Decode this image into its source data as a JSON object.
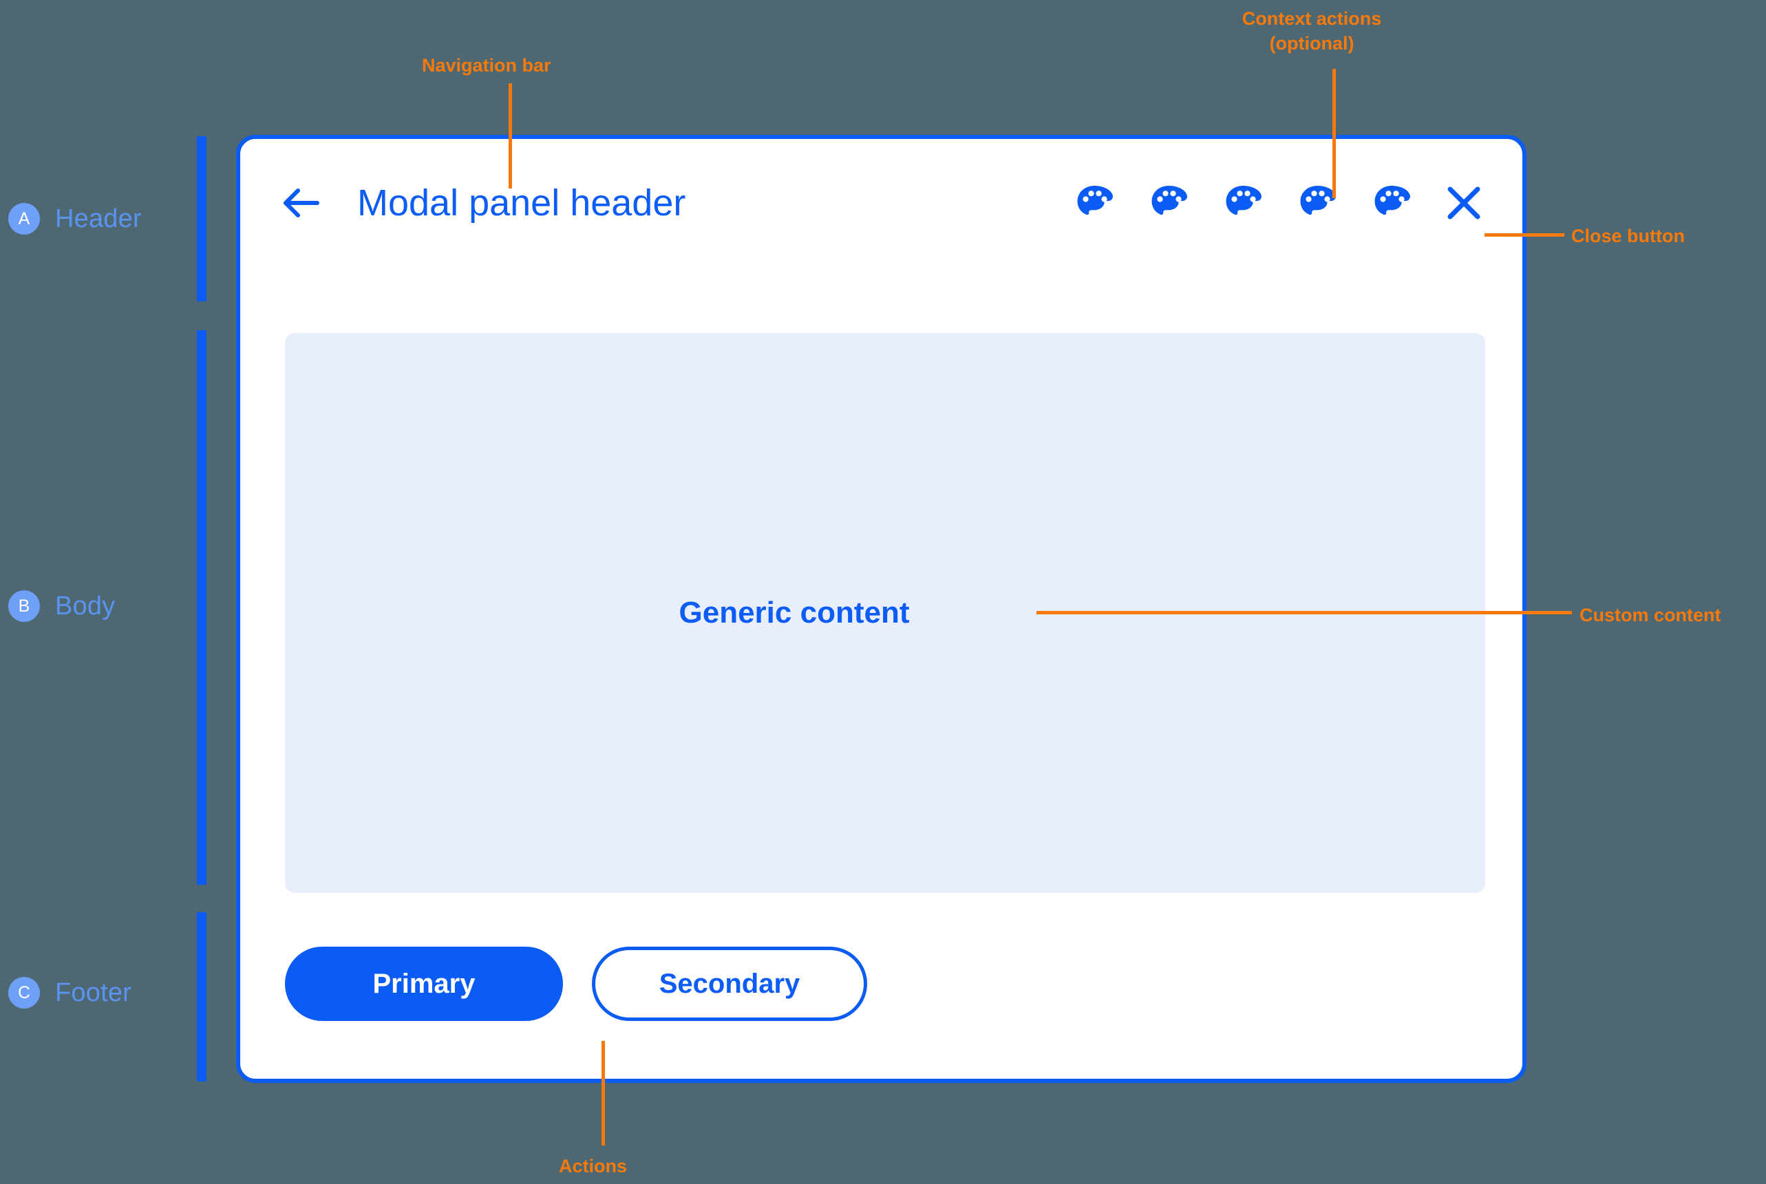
{
  "colors": {
    "background": "#4d6872",
    "brand_blue": "#0a5cf5",
    "title_blue": "#0d5cf5",
    "marker_blue": "#5b93f0",
    "badge_blue": "#6fa0f7",
    "annotation_orange": "#f97a0b",
    "content_fill": "#e8eefb",
    "panel_white": "#ffffff"
  },
  "sections": [
    {
      "letter": "A",
      "label": "Header"
    },
    {
      "letter": "B",
      "label": "Body"
    },
    {
      "letter": "C",
      "label": "Footer"
    }
  ],
  "modal": {
    "header": {
      "back_icon": "back-arrow-icon",
      "title": "Modal panel header",
      "context_actions": [
        {
          "icon": "palette-icon"
        },
        {
          "icon": "palette-icon"
        },
        {
          "icon": "palette-icon"
        },
        {
          "icon": "palette-icon"
        },
        {
          "icon": "palette-icon"
        }
      ],
      "close_icon": "close-x-icon"
    },
    "body": {
      "content_label": "Generic content"
    },
    "footer": {
      "primary_label": "Primary",
      "secondary_label": "Secondary"
    }
  },
  "annotations": {
    "navigation_bar": "Navigation bar",
    "context_actions_line1": "Context actions",
    "context_actions_line2": "(optional)",
    "close_button": "Close button",
    "custom_content": "Custom content",
    "actions": "Actions"
  }
}
